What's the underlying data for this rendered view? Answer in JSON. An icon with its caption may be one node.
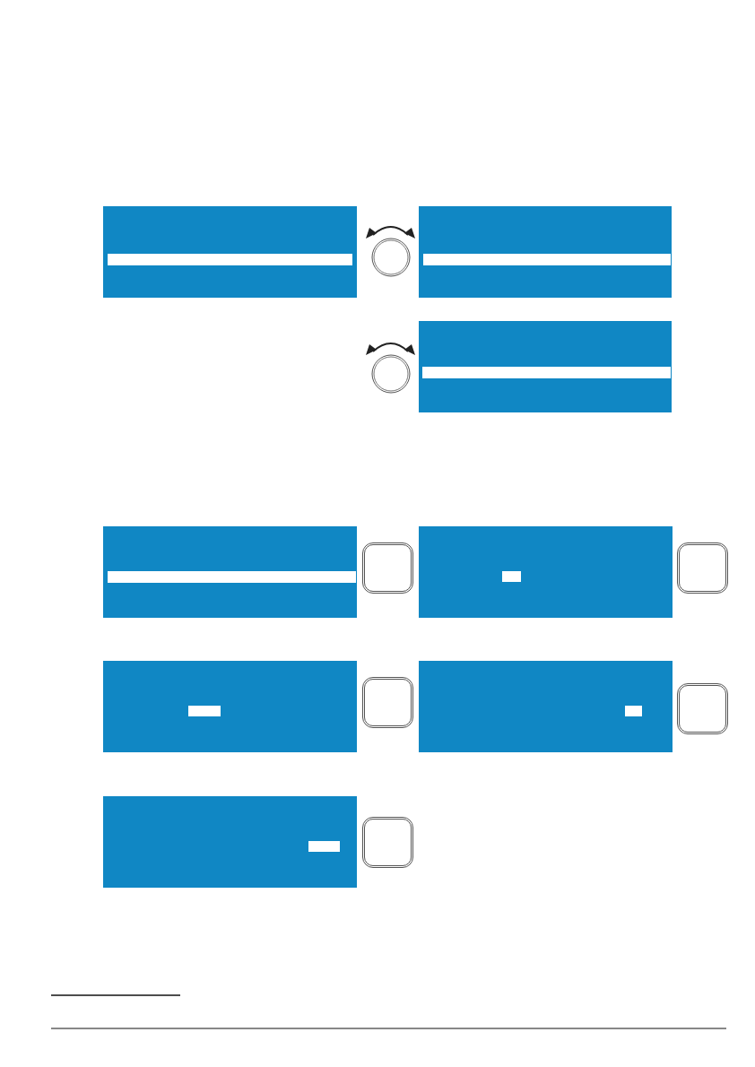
{
  "diagram": {
    "nodes": [
      {
        "text": [],
        "shape": "box"
      },
      {
        "text": [],
        "shape": "circle"
      },
      {
        "text": [],
        "shape": "box"
      },
      {
        "text": [],
        "shape": "circle"
      },
      {
        "text": [],
        "shape": "box"
      },
      {
        "text": [],
        "shape": "box"
      },
      {
        "text": [],
        "shape": "box"
      },
      {
        "text": [],
        "shape": "box"
      },
      {
        "text": [],
        "shape": "box"
      },
      {
        "text": [],
        "shape": "box"
      },
      {
        "text": [],
        "shape": "box"
      },
      {
        "text": [],
        "shape": "box"
      },
      {
        "text": [],
        "shape": "box"
      },
      {
        "text": [],
        "shape": "box"
      },
      {
        "text": [],
        "shape": "box"
      }
    ]
  }
}
